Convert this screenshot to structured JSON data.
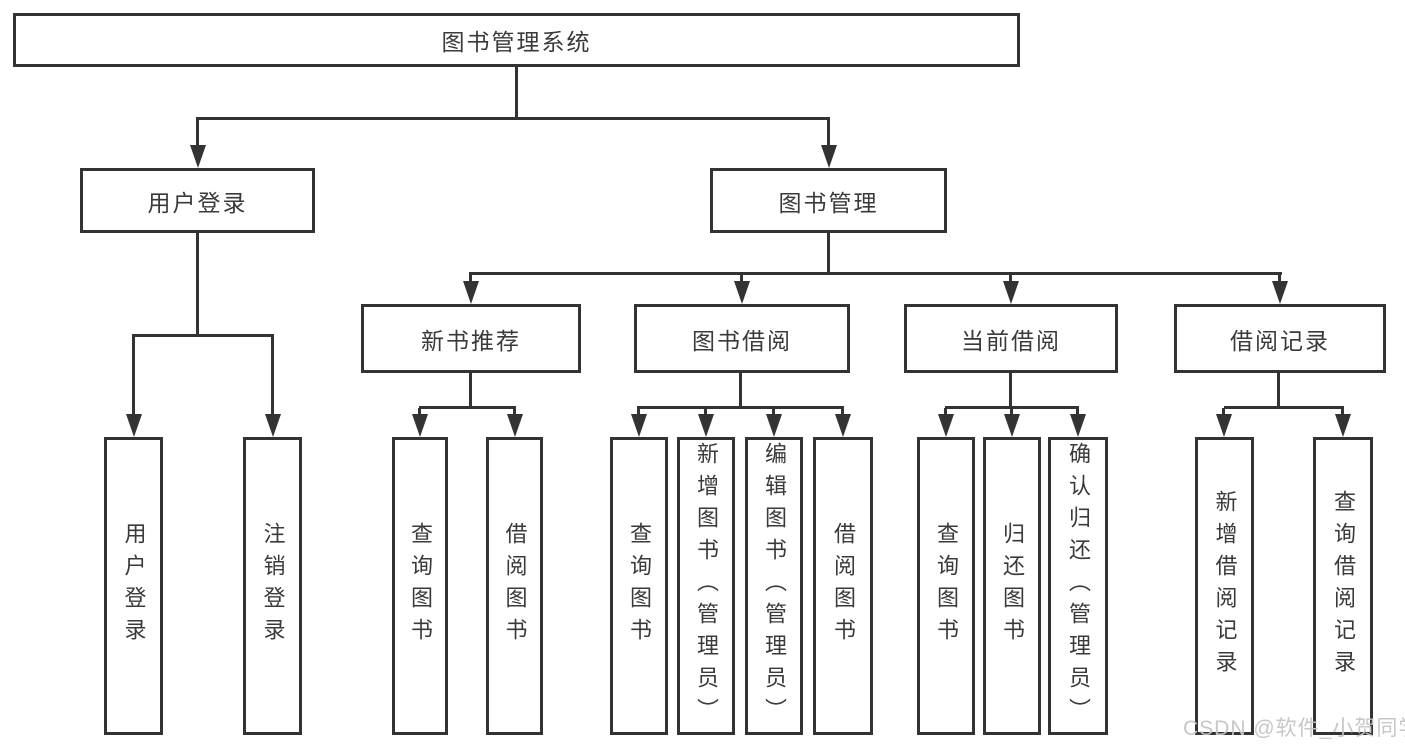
{
  "colors": {
    "line": "#333333",
    "text": "#3a3a3a",
    "background": "#ffffff",
    "watermark_color": "#c5c5c5"
  },
  "watermark": {
    "text": "CSDN @软件_小贺同学"
  },
  "tree": {
    "root": {
      "label": "图书管理系统"
    },
    "children": [
      {
        "label": "用户登录",
        "children": [
          {
            "label": "用户登录"
          },
          {
            "label": "注销登录"
          }
        ]
      },
      {
        "label": "图书管理",
        "children": [
          {
            "label": "新书推荐",
            "children": [
              {
                "label": "查询图书"
              },
              {
                "label": "借阅图书"
              }
            ]
          },
          {
            "label": "图书借阅",
            "children": [
              {
                "label": "查询图书"
              },
              {
                "label": "新增图书（管理员）"
              },
              {
                "label": "编辑图书（管理员）"
              },
              {
                "label": "借阅图书"
              }
            ]
          },
          {
            "label": "当前借阅",
            "children": [
              {
                "label": "查询图书"
              },
              {
                "label": "归还图书"
              },
              {
                "label": "确认归还（管理员）"
              }
            ]
          },
          {
            "label": "借阅记录",
            "children": [
              {
                "label": "新增借阅记录"
              },
              {
                "label": "查询借阅记录"
              }
            ]
          }
        ]
      }
    ]
  }
}
